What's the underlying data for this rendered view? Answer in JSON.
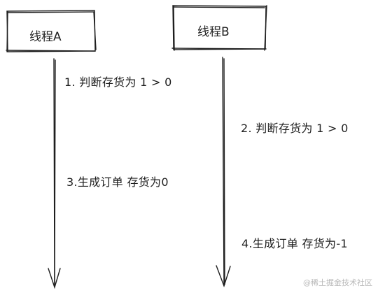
{
  "threads": {
    "a": {
      "label": "线程A"
    },
    "b": {
      "label": "线程B"
    }
  },
  "steps": [
    {
      "text": "1. 判断存货为 1 > 0"
    },
    {
      "text": "2. 判断存货为 1 > 0"
    },
    {
      "text": "3.生成订单  存货为0"
    },
    {
      "text": "4.生成订单  存货为-1"
    }
  ],
  "watermark": "@稀土掘金技术社区"
}
